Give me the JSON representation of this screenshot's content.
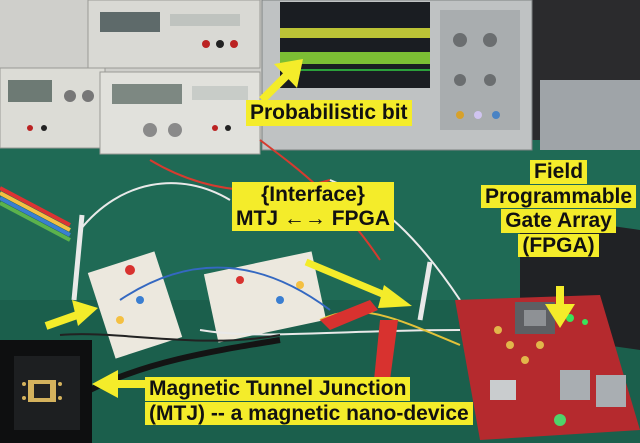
{
  "labels": {
    "probabilistic_bit": "Probabilistic bit",
    "interface_title": "{Interface}",
    "interface_left": "MTJ",
    "interface_arrow": "←→",
    "interface_right": "FPGA",
    "fpga_line1": "Field",
    "fpga_line2": "Programmable",
    "fpga_line3": "Gate Array",
    "fpga_line4": "(FPGA)",
    "mtj_line1": "Magnetic Tunnel Junction",
    "mtj_line2": "(MTJ)  -- a magnetic nano-device"
  },
  "colors": {
    "label_bg": "#f4ec2a",
    "arrow": "#f4ec2a",
    "table": "#1f6a55",
    "fpga_board": "#b52a2e"
  }
}
